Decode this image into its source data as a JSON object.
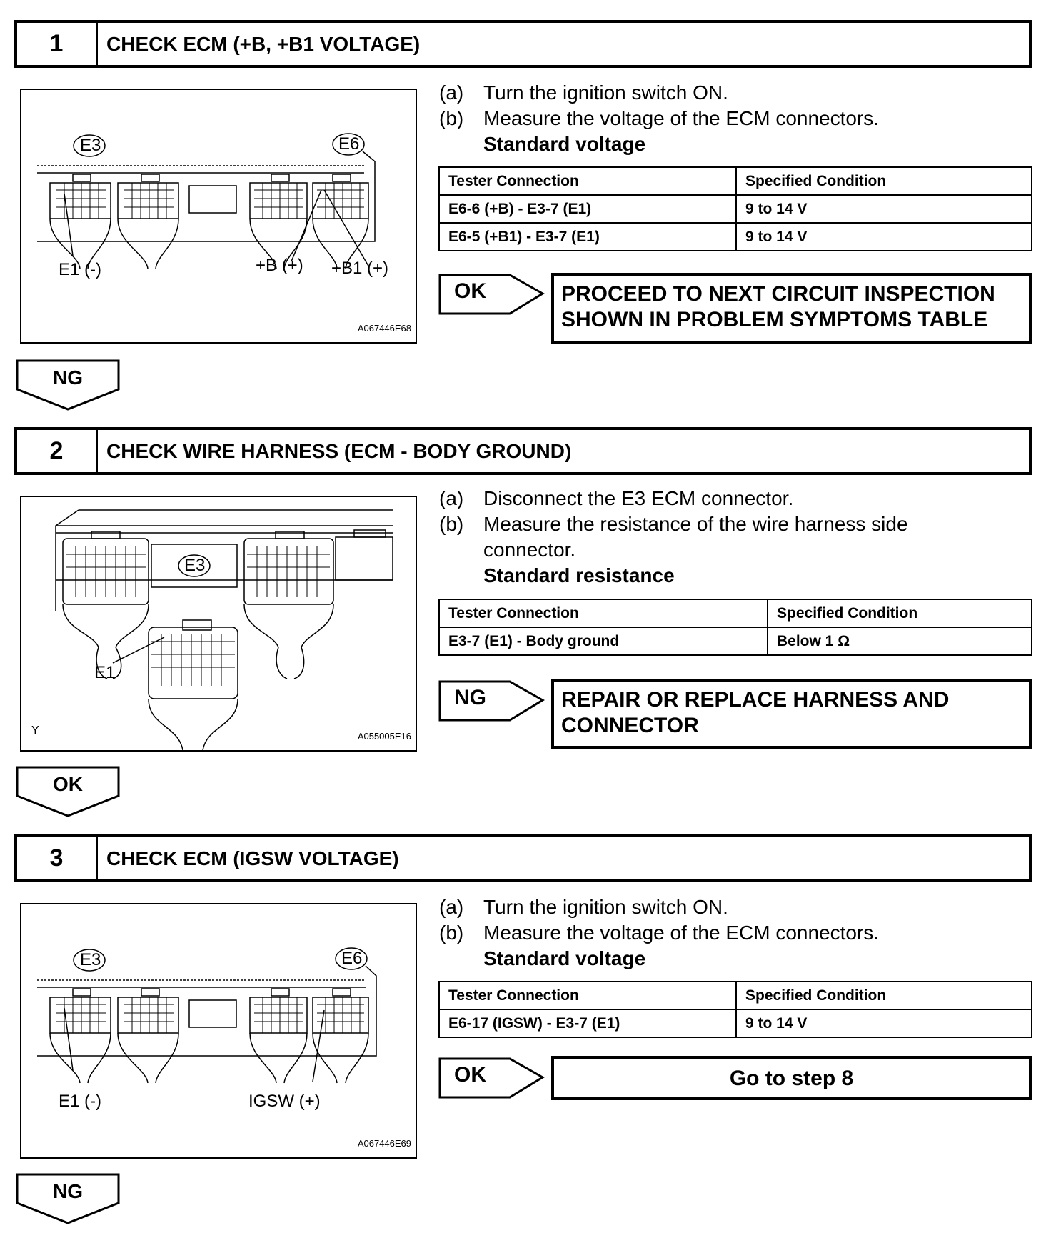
{
  "steps": [
    {
      "num": "1",
      "title": "CHECK ECM (+B, +B1 VOLTAGE)",
      "fig": {
        "label_e3": "E3",
        "label_e6": "E6",
        "label_e1": "E1 (-)",
        "label_b": "+B (+)",
        "label_b1": "+B1 (+)",
        "code": "A067446E68"
      },
      "instr": {
        "a_key": "(a)",
        "a": "Turn the ignition switch ON.",
        "b_key": "(b)",
        "b": "Measure the voltage of the ECM connectors.",
        "std": "Standard voltage"
      },
      "table": {
        "h1": "Tester Connection",
        "h2": "Specified Condition",
        "rows": [
          {
            "c": "E6-6 (+B) - E3-7 (E1)",
            "v": "9 to 14 V"
          },
          {
            "c": "E6-5 (+B1) - E3-7 (E1)",
            "v": "9 to 14 V"
          }
        ]
      },
      "result": {
        "arrow": "OK",
        "line1": "PROCEED TO NEXT CIRCUIT INSPECTION",
        "line2": "SHOWN IN PROBLEM SYMPTOMS TABLE"
      },
      "next": "NG"
    },
    {
      "num": "2",
      "title": "CHECK WIRE HARNESS (ECM - BODY GROUND)",
      "fig": {
        "label_e3": "E3",
        "label_e1": "E1",
        "label_y": "Y",
        "code": "A055005E16"
      },
      "instr": {
        "a_key": "(a)",
        "a": "Disconnect the E3 ECM connector.",
        "b_key": "(b)",
        "b": "Measure the resistance of the wire harness side",
        "b2": "connector.",
        "std": "Standard resistance"
      },
      "table": {
        "h1": "Tester Connection",
        "h2": "Specified Condition",
        "rows": [
          {
            "c": "E3-7 (E1) - Body ground",
            "v": "Below 1 Ω"
          }
        ]
      },
      "result": {
        "arrow": "NG",
        "line1": "REPAIR OR REPLACE HARNESS AND",
        "line2": "CONNECTOR"
      },
      "next": "OK"
    },
    {
      "num": "3",
      "title": "CHECK ECM (IGSW VOLTAGE)",
      "fig": {
        "label_e3": "E3",
        "label_e6": "E6",
        "label_e1": "E1 (-)",
        "label_igsw": "IGSW (+)",
        "code": "A067446E69"
      },
      "instr": {
        "a_key": "(a)",
        "a": "Turn the ignition switch ON.",
        "b_key": "(b)",
        "b": "Measure the voltage of the ECM connectors.",
        "std": "Standard voltage"
      },
      "table": {
        "h1": "Tester Connection",
        "h2": "Specified Condition",
        "rows": [
          {
            "c": "E6-17 (IGSW) - E3-7 (E1)",
            "v": "9 to 14 V"
          }
        ]
      },
      "result": {
        "arrow": "OK",
        "line1": "Go to step 8"
      },
      "next": "NG"
    }
  ]
}
